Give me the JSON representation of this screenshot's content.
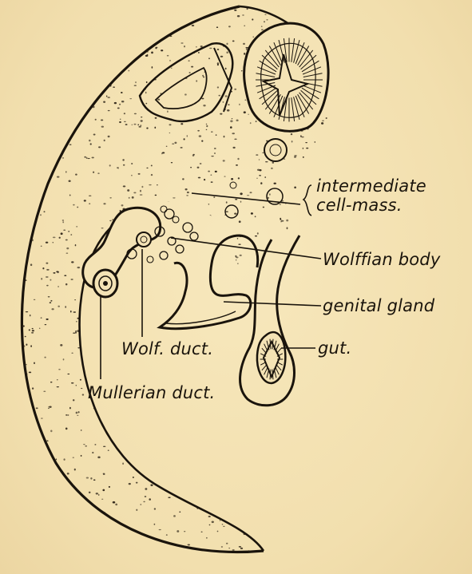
{
  "labels": {
    "intermediate_line1": "intermediate",
    "intermediate_line2": "cell-mass.",
    "wolffian_body": "Wolffian body",
    "genital_gland": "genital gland",
    "gut": "gut.",
    "wolf_duct": "Wolf. duct.",
    "mullerian_duct": "Mullerian duct."
  },
  "colors": {
    "paper": "#f4e3b5",
    "ink": "#1a140c"
  }
}
